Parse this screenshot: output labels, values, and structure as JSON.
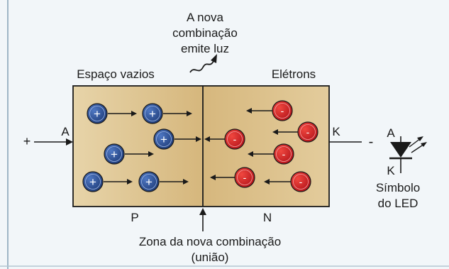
{
  "texts": {
    "emission_line1": "A nova",
    "emission_line2": "combinação",
    "emission_line3": "emite luz",
    "holes_label": "Espaço vazios",
    "electrons_label": "Elétrons",
    "anode_terminal": "A",
    "cathode_terminal": "K",
    "plus_sign": "+",
    "minus_sign": "-",
    "p_region": "P",
    "n_region": "N",
    "junction_line1": "Zona da nova combinação",
    "junction_line2": "(união)",
    "symbol_anode": "A",
    "symbol_cathode": "K",
    "symbol_caption_line1": "Símbolo",
    "symbol_caption_line2": "do LED",
    "hole_glyph": "+",
    "electron_glyph": "-"
  },
  "colors": {
    "page_bg": "#f2f6f9",
    "crystal_fill": "#dcc08e",
    "hole_fill": "#2c4f93",
    "electron_fill": "#d8262b",
    "line": "#1a1a1a"
  }
}
